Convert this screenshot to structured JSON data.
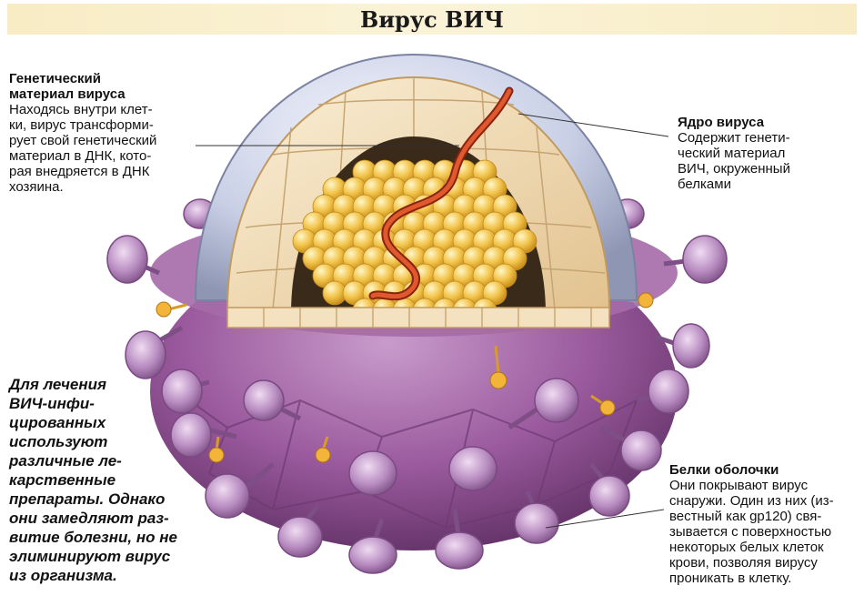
{
  "title": "Вирус ВИЧ",
  "labels": {
    "genetic": {
      "heading": "Генетический\nматериал вируса",
      "body": "Находясь внутри клет-\nки, вирус трансформи-\nрует свой генетический\nматериал в ДНК, кото-\nрая внедряется в ДНК\nхозяина."
    },
    "core": {
      "heading": "Ядро вируса",
      "body": "Содержит генети-\nческий материал\nВИЧ, окруженный\nбелками"
    },
    "envelope": {
      "heading": "Белки оболочки",
      "body": "Они покрывают вирус\nснаружи. Один из них (из-\nвестный как gp120) свя-\nзывается с поверхностью\nнекоторых белых клеток\nкрови, позволяя вирусу\nпроникать в клетку."
    }
  },
  "treatment_note": "Для лечения\nВИЧ-инфи-\nцированных\nиспользуют\nразличные ле-\nкарственные\nпрепараты. Однако\nони замедляют раз-\nвитие болезни, но не\nэлиминируют вирус\nиз организма.",
  "colors": {
    "title_band": "#f7ecc4",
    "envelope": "#9b5a9e",
    "envelope_dark": "#6e3a72",
    "knob": "#b78bc0",
    "matrix": "#c9d0e6",
    "capsid": "#f1dcb6",
    "core": "#f2c44a",
    "rna": "#d9482a",
    "stub": "#e6a323"
  }
}
